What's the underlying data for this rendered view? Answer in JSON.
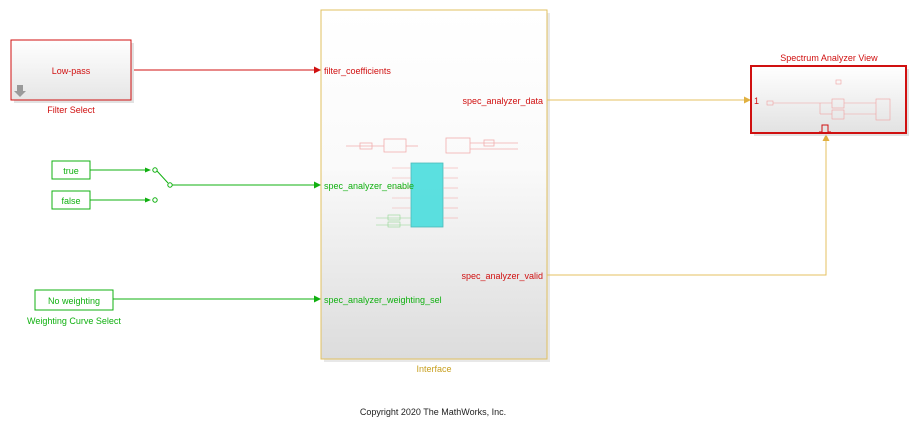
{
  "filter_block": {
    "value": "Low-pass",
    "caption": "Filter Select"
  },
  "constants": {
    "true_label": "true",
    "false_label": "false"
  },
  "weighting_block": {
    "value": "No weighting",
    "caption": "Weighting Curve Select"
  },
  "interface": {
    "caption": "Interface",
    "inputs": [
      "filter_coefficients",
      "spec_analyzer_enable",
      "spec_analyzer_weighting_sel"
    ],
    "outputs": [
      "spec_analyzer_data",
      "spec_analyzer_valid"
    ]
  },
  "spectrum": {
    "title": "Spectrum Analyzer View",
    "port_number": "1"
  },
  "copyright": "Copyright 2020 The MathWorks, Inc.",
  "colors": {
    "red": "#d01010",
    "green": "#10b010",
    "gold": "#c8a020",
    "cyan": "#40dcdc"
  }
}
